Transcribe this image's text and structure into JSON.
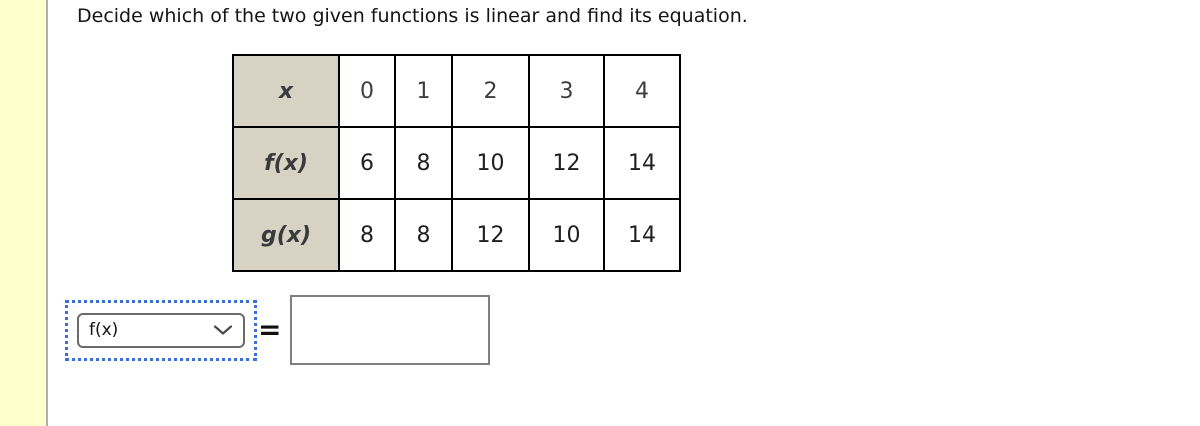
{
  "problem": {
    "statement": "Decide which of the two given functions is linear and find its equation."
  },
  "table": {
    "rows": [
      {
        "label": "x",
        "values": [
          "0",
          "1",
          "2",
          "3",
          "4"
        ]
      },
      {
        "label": "f(x)",
        "values": [
          "6",
          "8",
          "10",
          "12",
          "14"
        ]
      },
      {
        "label": "g(x)",
        "values": [
          "8",
          "8",
          "12",
          "10",
          "14"
        ]
      }
    ]
  },
  "answer": {
    "selected_function": "f(x)",
    "equals": "=",
    "input_value": ""
  },
  "icons": {
    "select_arrow": "chevron-down-icon"
  },
  "colors": {
    "sidebar_strip": "#ffffcc",
    "divider_line": "#b0b0b0",
    "table_header_bg": "#d6d2c4",
    "table_border": "#000000",
    "focus_ring_blue": "#3b6fd6",
    "select_border": "#6b6b6b",
    "input_border": "#7f7f7f"
  }
}
